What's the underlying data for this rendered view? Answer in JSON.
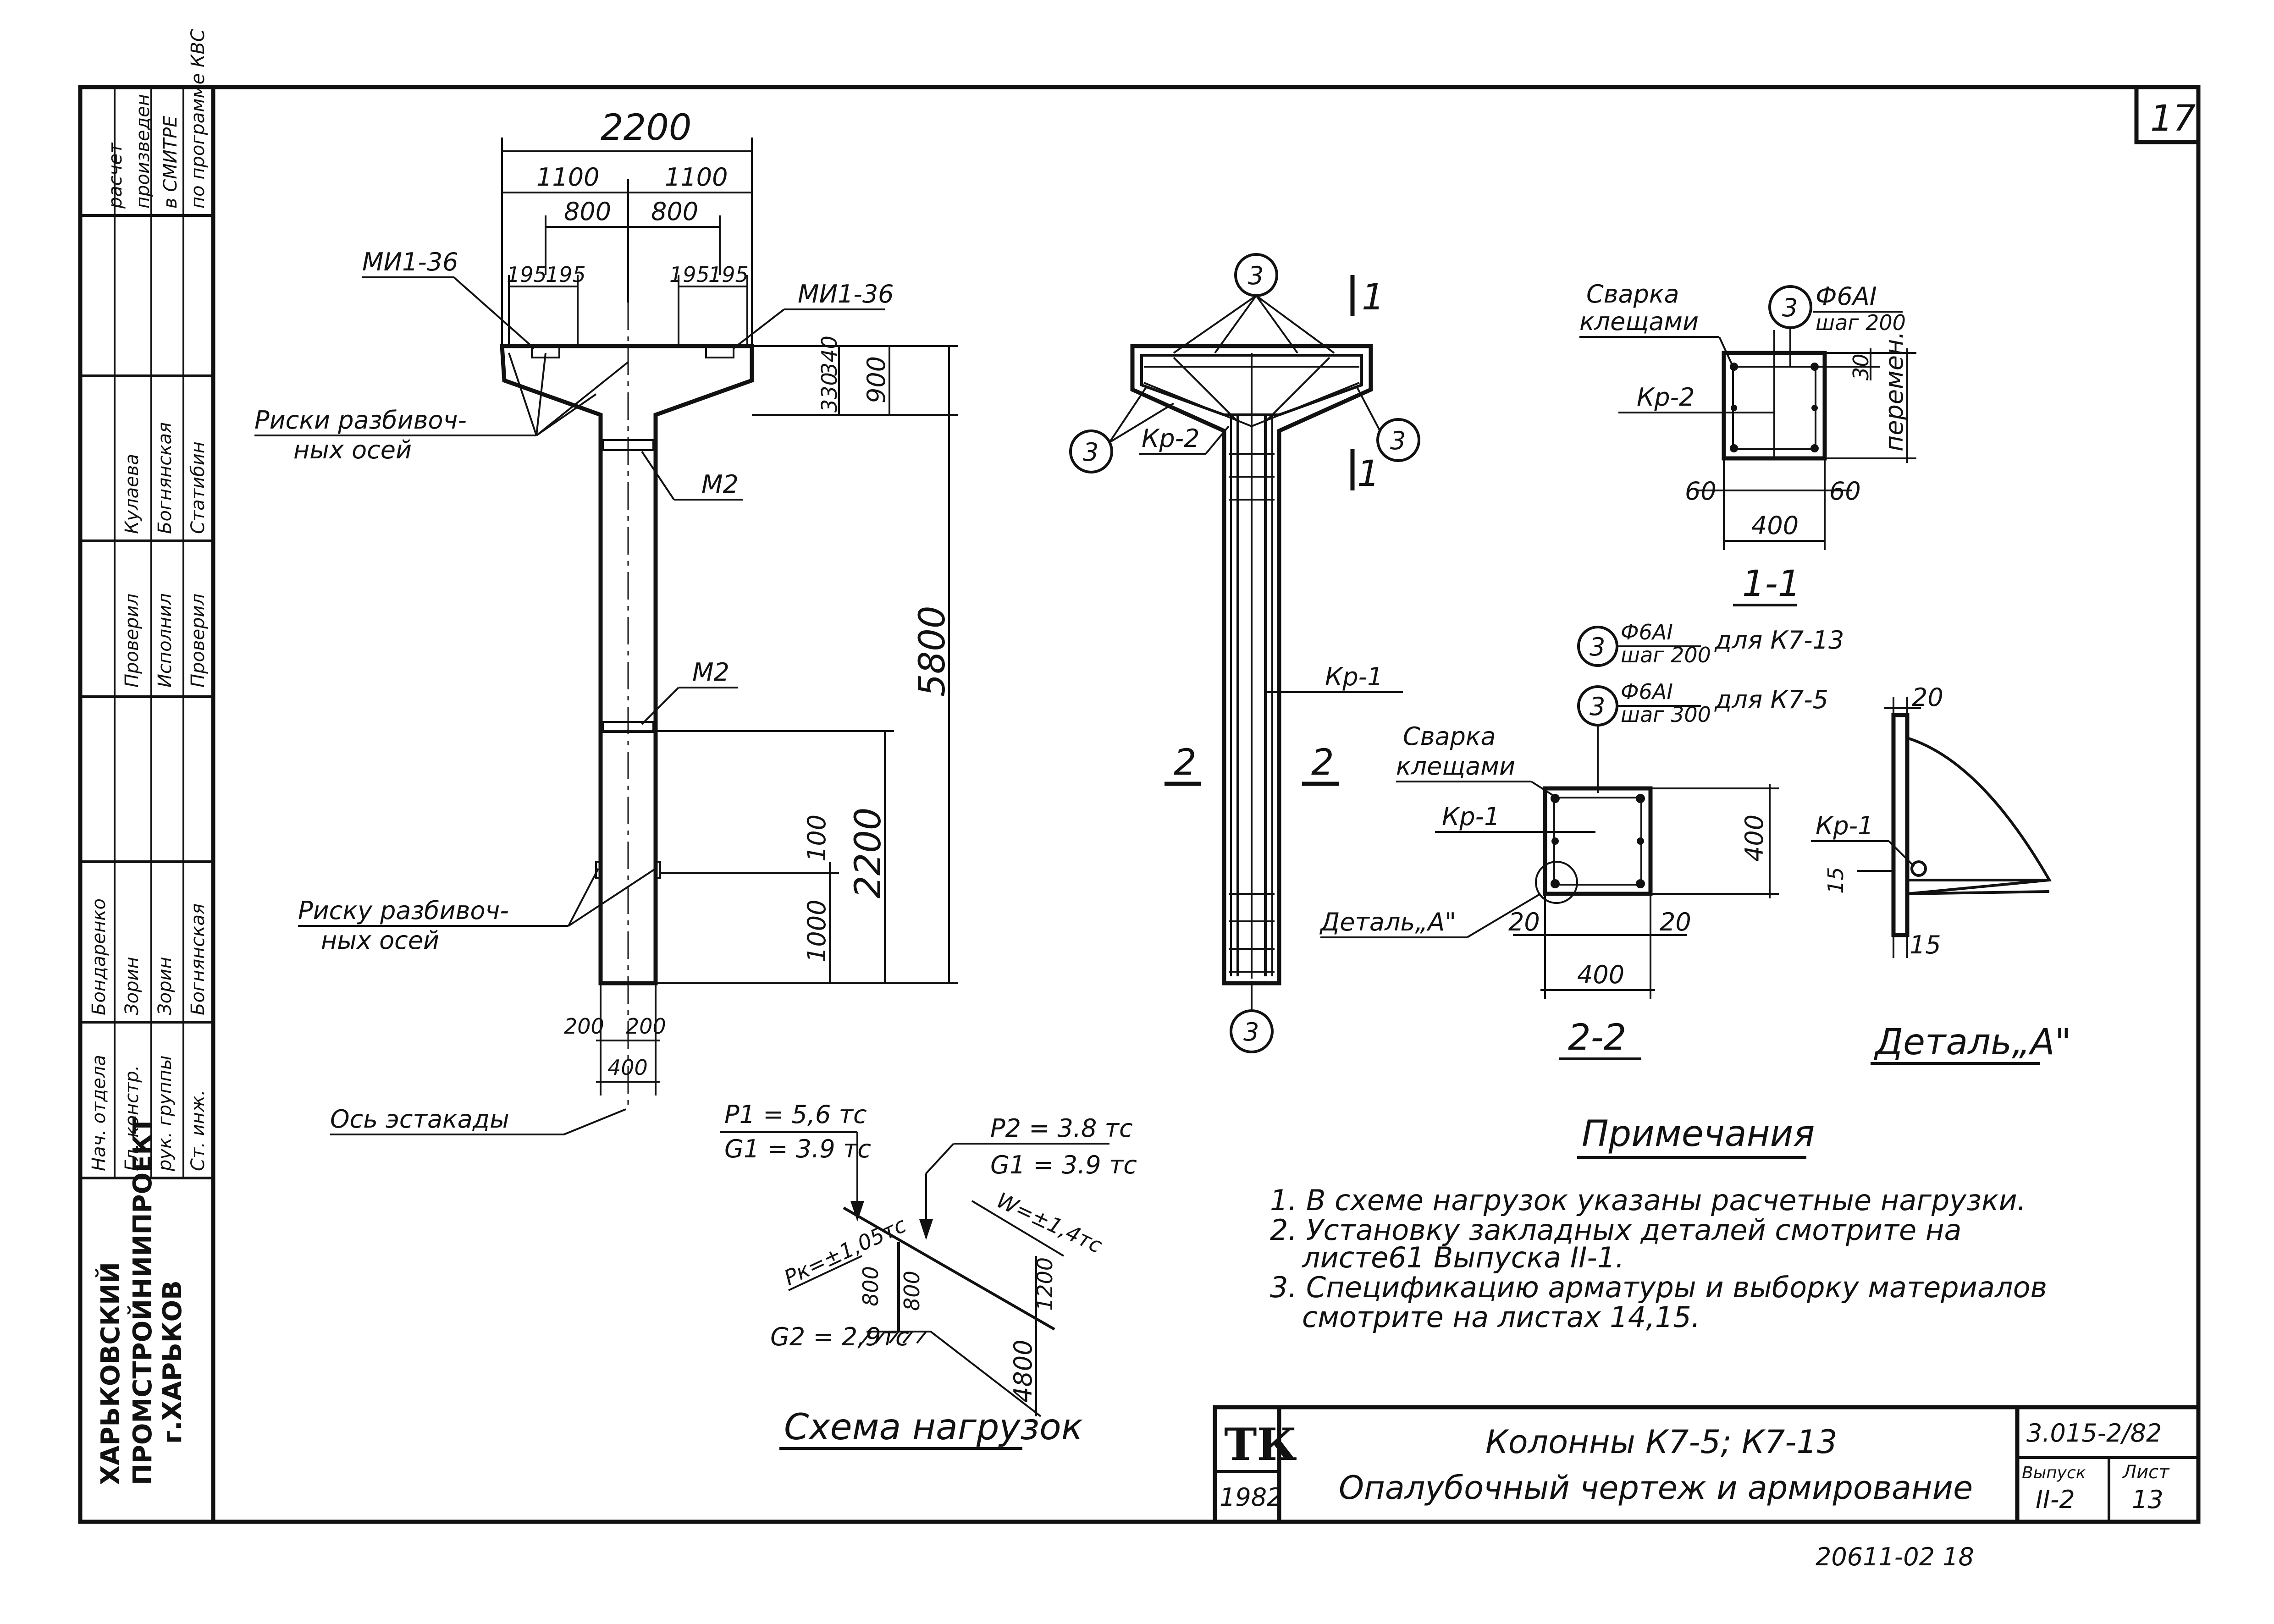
{
  "sheet": {
    "corner_number": "17",
    "bottom_code": "20611-02  18"
  },
  "stamp": {
    "tk": "ТК",
    "year": "1982",
    "title_line1": "Колонны К7-5; К7-13",
    "title_line2": "Опалубочный чертеж и армирование",
    "doc_code": "3.015-2/82",
    "vypusk_label": "Выпуск",
    "vypusk_value": "II-2",
    "list_label": "Лист",
    "list_value": "13"
  },
  "side_block": {
    "org_line1": "ХАРЬКОВСКИЙ",
    "org_line2": "ПРОМСТРОЙНИИПРОЕКТ",
    "org_line3": "г.ХАРЬКОВ",
    "roles": [
      "Ст. инж.",
      "рук. группы",
      "Гл. констр.",
      "Нач. отдела"
    ],
    "names_col1": [
      "Богнянская",
      "Зорин",
      "Зорин",
      "Бондаренко"
    ],
    "checks": [
      "Проверил",
      "Исполнил",
      "Проверил"
    ],
    "names_col2": [
      "Статибин",
      "Богнянская",
      "Кулаева"
    ],
    "calc_note_1": "расчет",
    "calc_note_2": "произведен",
    "calc_note_3": "в СМИТРЕ",
    "calc_note_4": "по программе КВС"
  },
  "elevation": {
    "dim_2200_top": "2200",
    "dim_1100_left": "1100",
    "dim_1100_right": "1100",
    "dim_800_left": "800",
    "dim_800_right": "800",
    "dim_195_a": "195",
    "dim_195_b": "195",
    "dim_195_c": "195",
    "dim_195_d": "195",
    "mi_left": "МИ1-36",
    "mi_right": "МИ1-36",
    "dim_330": "330",
    "dim_340": "340",
    "dim_900": "900",
    "dim_5800": "5800",
    "m2_top": "М2",
    "m2_mid": "М2",
    "dim_2200_side": "2200",
    "dim_100": "100",
    "dim_1000": "1000",
    "dim_200_left": "200",
    "dim_200_right": "200",
    "dim_400": "400",
    "risk_top_1": "Риски разбивоч-",
    "risk_top_2": "ных  осей",
    "risk_bot_1": "Риску разбивоч-",
    "risk_bot_2": "ных  осей",
    "axis_label": "Ось эстакады"
  },
  "rebar": {
    "callout": "3",
    "kr2": "Кр-2",
    "kr1": "Кр-1",
    "section_mark_1": "1",
    "section_mark_2": "2"
  },
  "section_11": {
    "weld_1": "Сварка",
    "weld_2": "клещами",
    "callout": "3",
    "bar_top": "Ф6АI",
    "bar_bot": "шаг 200",
    "kr2": "Кр-2",
    "dim_30": "30",
    "dim_var": "перемен.",
    "dim_60_left": "60",
    "dim_60_right": "60",
    "dim_400": "400",
    "title": "1-1"
  },
  "section_22": {
    "callout_a": "3",
    "bar_a_top": "Ф6АI",
    "bar_a_bot": "шаг 200",
    "bar_a_note": "для К7-13",
    "callout_b": "3",
    "bar_b_top": "Ф6АI",
    "bar_b_bot": "шаг 300",
    "bar_b_note": "для К7-5",
    "weld_1": "Сварка",
    "weld_2": "клещами",
    "kr1": "Кр-1",
    "dim_400_v": "400",
    "detail_ref": "Деталь„А\"",
    "dim_20_left": "20",
    "dim_20_right": "20",
    "dim_400_h": "400",
    "title": "2-2"
  },
  "detail_a": {
    "dim_20": "20",
    "kr1": "Кр-1",
    "dim_15_a": "15",
    "dim_15_b": "15",
    "title": "Деталь„А\""
  },
  "loads": {
    "p1": "P1 = 5,6 тс",
    "g1_left": "G1 = 3.9 тс",
    "p2": "P2 = 3.8 тс",
    "g1_right": "G1 = 3.9 тс",
    "pk": "Pк=±1,05тс",
    "w": "W=±1,4тс",
    "dim_800_a": "800",
    "dim_800_b": "800",
    "dim_1200": "1200",
    "g2": "G2 = 2,9тс",
    "dim_4800": "4800",
    "title": "Схема нагрузок"
  },
  "notes": {
    "heading": "Примечания",
    "line1": "1. В схеме нагрузок указаны расчетные нагрузки.",
    "line2": "2. Установку закладных деталей смотрите на",
    "line3": "листе61 Выпуска II-1.",
    "line4": "3. Спецификацию арматуры и выборку материалов",
    "line5": "смотрите на листах 14,15."
  }
}
